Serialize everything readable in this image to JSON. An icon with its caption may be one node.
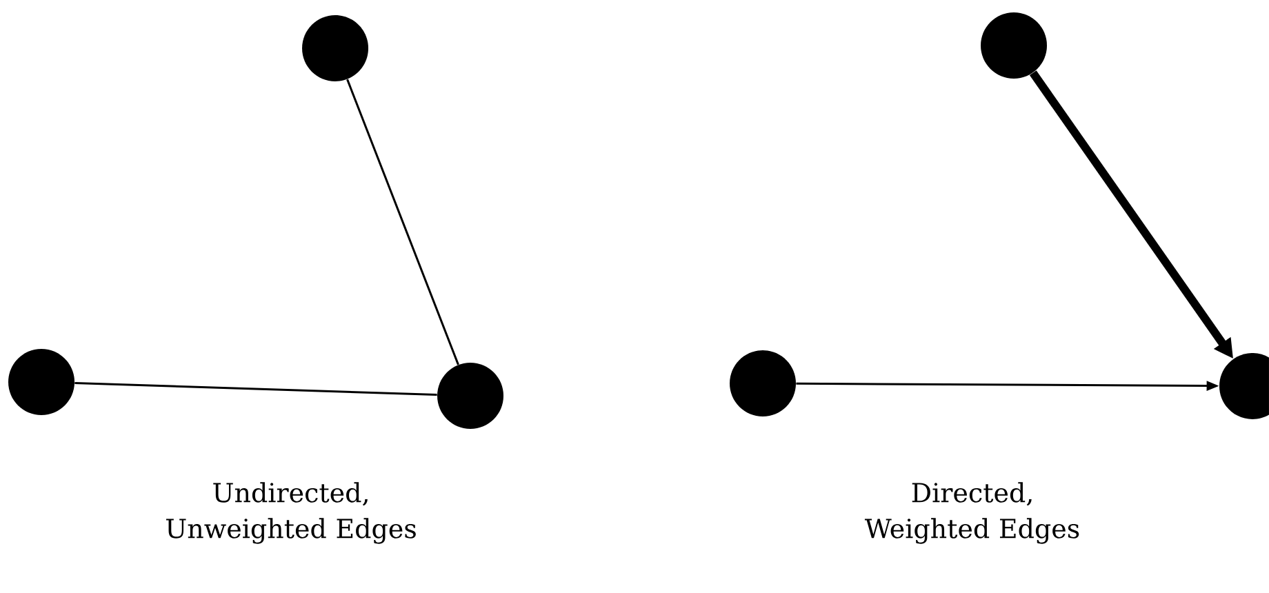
{
  "diagram": {
    "nodes": [
      {
        "text": [],
        "shape": "circle"
      },
      {
        "text": [],
        "shape": "circle"
      },
      {
        "text": [],
        "shape": "circle"
      },
      {
        "text": [],
        "shape": "circle"
      },
      {
        "text": [],
        "shape": "circle"
      },
      {
        "text": [],
        "shape": "circle"
      }
    ],
    "edges": [
      {
        "from": 0,
        "to": 2,
        "arrow": "none"
      },
      {
        "from": 1,
        "to": 2,
        "arrow": "none"
      },
      {
        "from": 3,
        "to": 5,
        "arrow": "to",
        "style": "thick"
      },
      {
        "from": 4,
        "to": 5,
        "arrow": "to"
      }
    ],
    "labels": [
      "Undirected, Unweighted Edges",
      "Directed, Weighted Edges"
    ]
  }
}
